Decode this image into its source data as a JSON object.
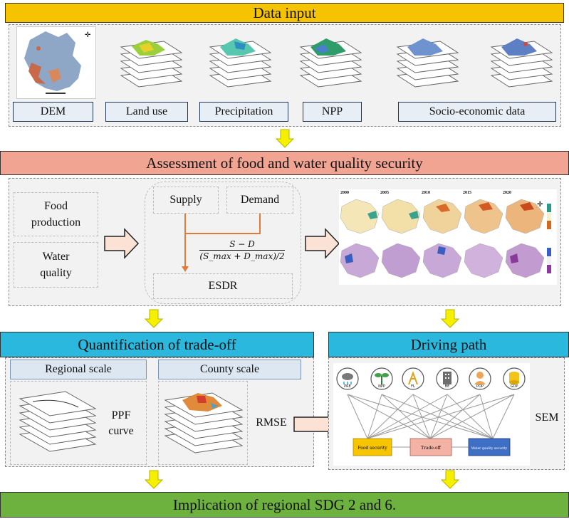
{
  "banners": {
    "data_input": "Data input",
    "assessment": "Assessment of food and water quality security",
    "tradeoff": "Quantification of trade-off",
    "driving": "Driving path",
    "implication": "Implication of regional SDG 2 and 6."
  },
  "data_input": {
    "labels": [
      "DEM",
      "Land use",
      "Precipitation",
      "NPP",
      "Socio-economic data"
    ]
  },
  "assessment": {
    "food": "Food production",
    "water": "Water quality",
    "supply": "Supply",
    "demand": "Demand",
    "formula_num": "S − D",
    "formula_den": "(S_max + D_max)/2",
    "esdr": "ESDR",
    "years": [
      "2000",
      "2005",
      "2010",
      "2015",
      "2020"
    ]
  },
  "tradeoff": {
    "regional": "Regional scale",
    "county": "County scale",
    "ppf_line1": "PPF",
    "ppf_line2": "curve",
    "rmse": "RMSE"
  },
  "driving": {
    "nodes": [
      "PRE",
      "NPP",
      "FL",
      "BE",
      "POP",
      "GDP"
    ],
    "food_security": "Food security",
    "tradeoff": "Trade-off",
    "water_security": "Water quality security",
    "sem": "SEM"
  },
  "colors": {
    "gold": "#f6c300",
    "salmon": "#f2a493",
    "cyan": "#2bb8de",
    "green": "#6db13e",
    "yellow_arrow": "#f5f000",
    "navy": "#1f3554"
  }
}
